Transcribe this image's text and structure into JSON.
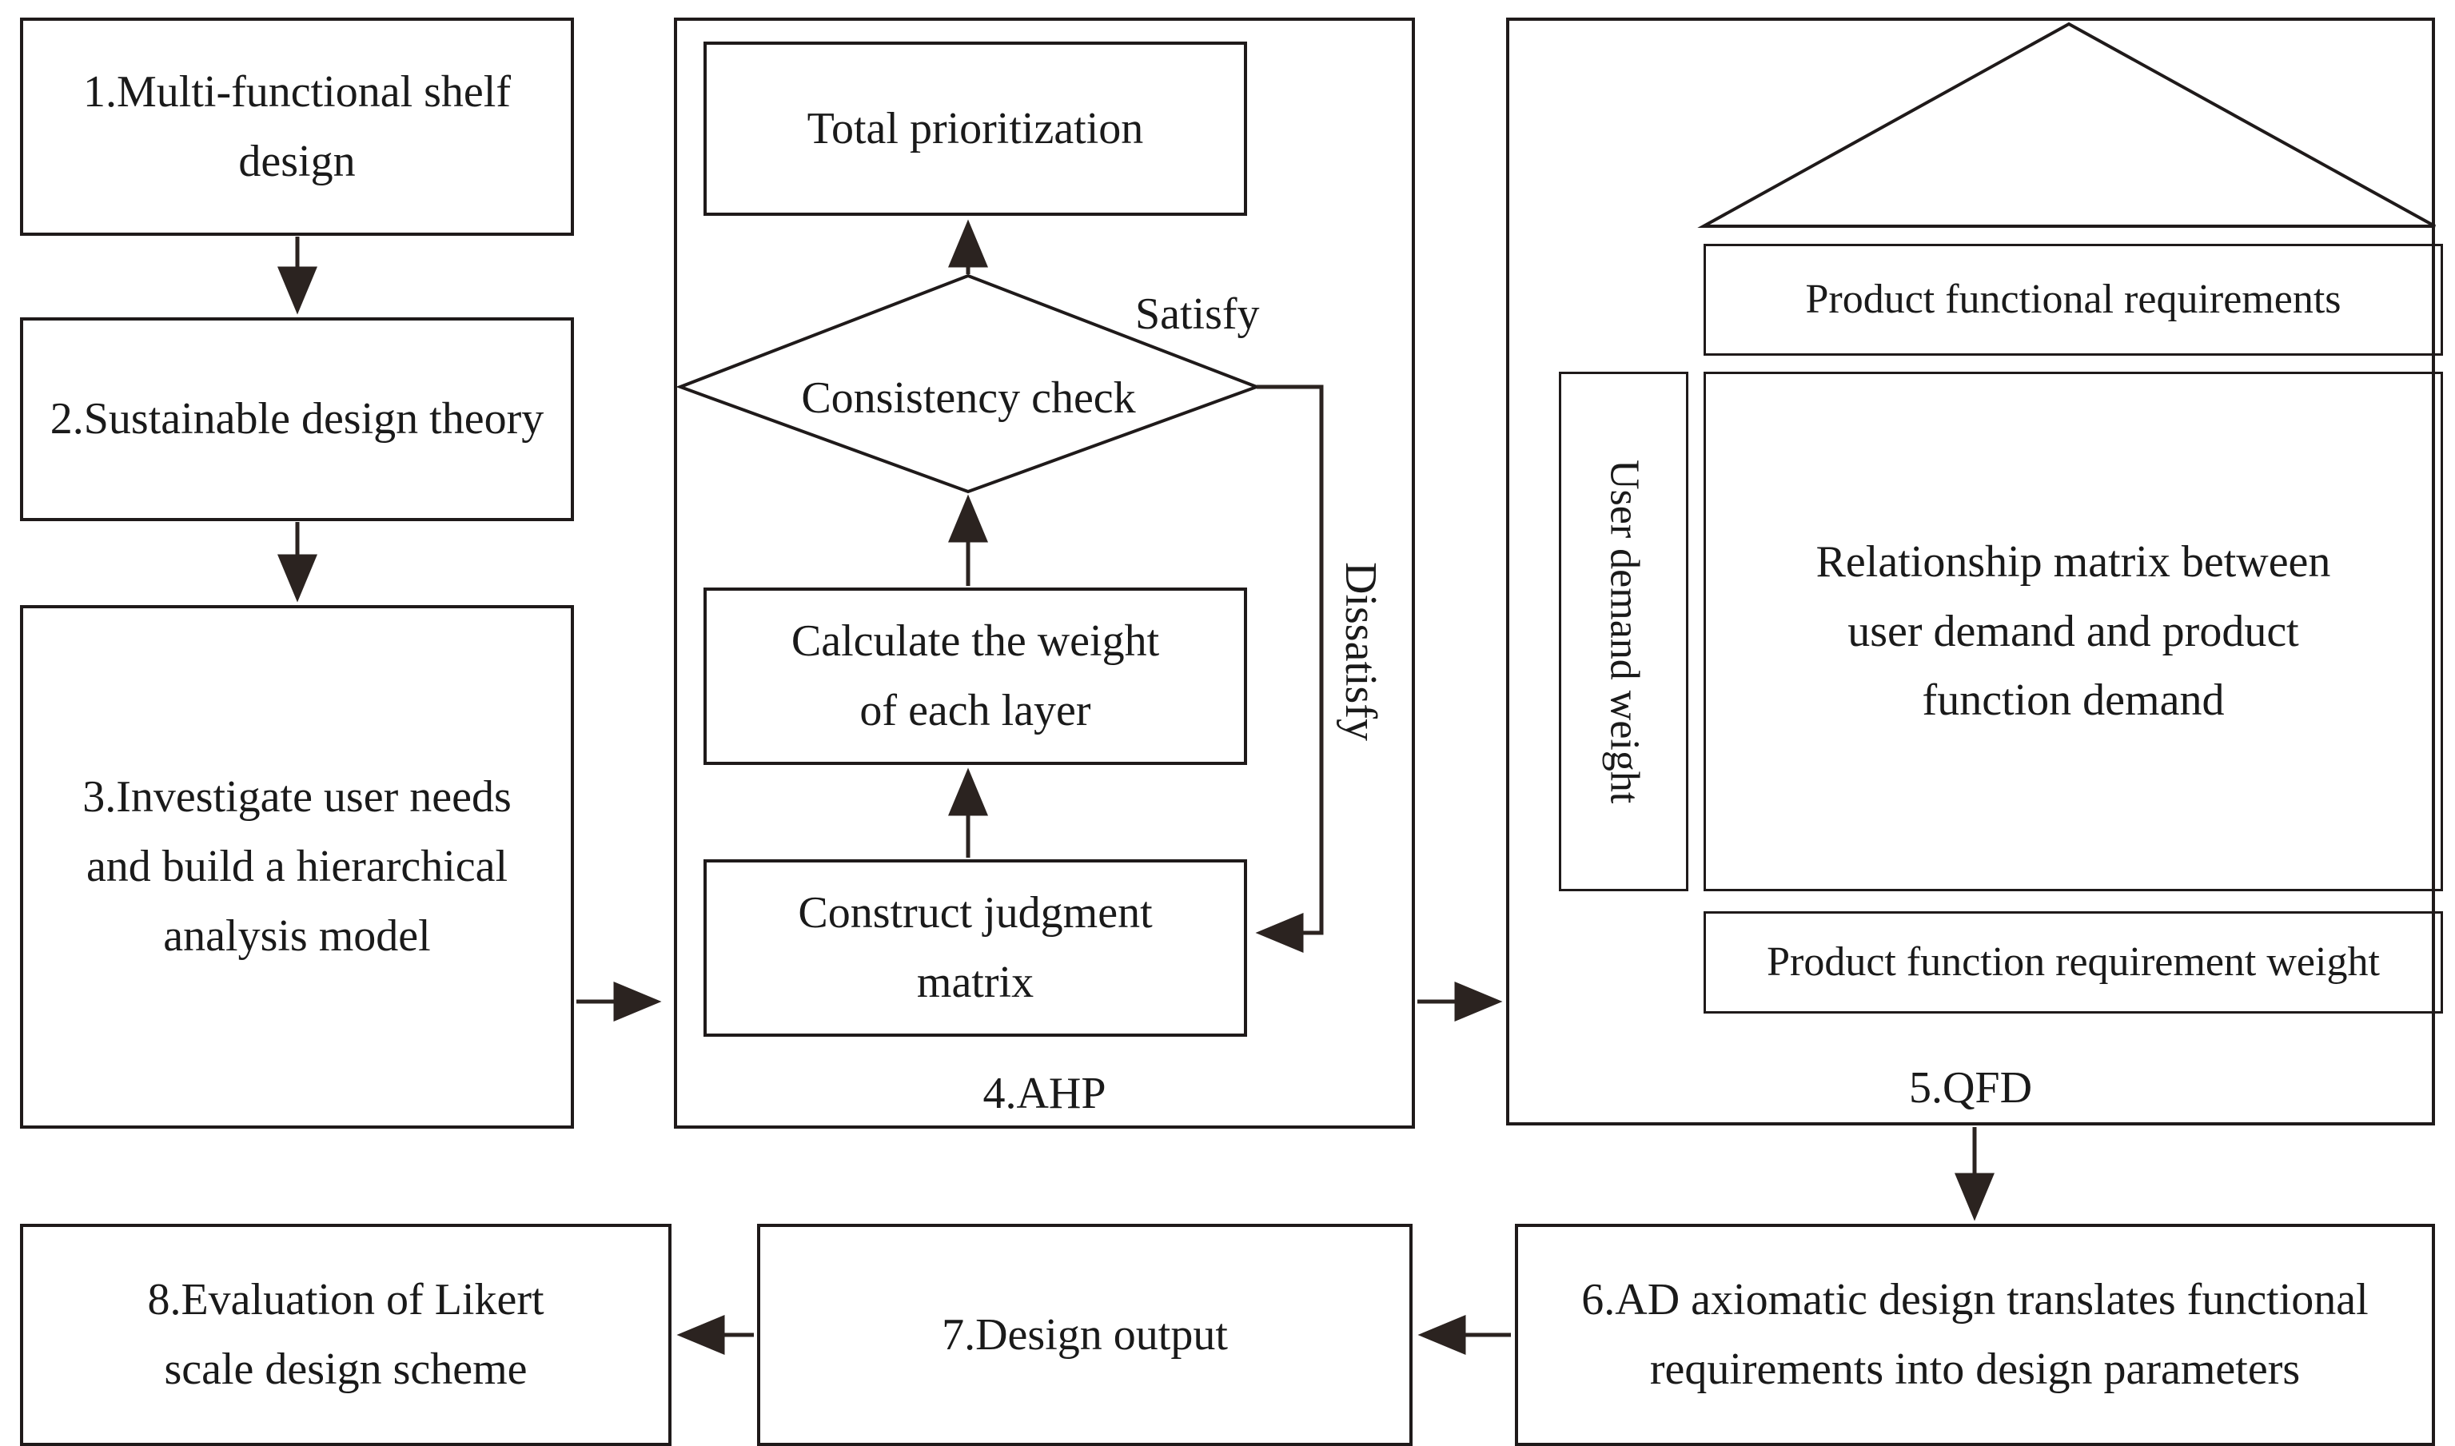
{
  "diagram": {
    "type": "flowchart",
    "title": "Multi-functional shelf design research framework",
    "colors": {
      "stroke": "#1f1a1a",
      "background": "#ffffff",
      "text": "#1a1a1a"
    },
    "left_column": {
      "step1": "1.Multi-functional shelf\ndesign",
      "step2": "2.Sustainable design theory",
      "step3": "3.Investigate user needs\nand build a hierarchical\nanalysis model"
    },
    "ahp": {
      "container_label": "4.AHP",
      "total_prioritization": "Total prioritization",
      "consistency_check": "Consistency check",
      "calculate_weight": "Calculate the weight\nof each layer",
      "construct_matrix": "Construct judgment\nmatrix",
      "branch_satisfy": "Satisfy",
      "branch_dissatisfy": "Dissatisfy"
    },
    "qfd": {
      "container_label": "5.QFD",
      "roof_icon": "triangle-roof-shape",
      "product_functional_requirements": "Product functional requirements",
      "user_demand_weight": "User demand weight",
      "relationship_matrix": "Relationship matrix between\nuser demand and product\nfunction demand",
      "product_function_requirement_weight": "Product function requirement weight"
    },
    "bottom_row": {
      "step6": "6.AD axiomatic design translates functional\nrequirements into design parameters",
      "step7": "7.Design output",
      "step8": "8.Evaluation of Likert\nscale design scheme"
    },
    "connectors": [
      {
        "name": "step1-to-step2",
        "direction": "down"
      },
      {
        "name": "step2-to-step3",
        "direction": "down"
      },
      {
        "name": "step3-to-ahp",
        "direction": "right"
      },
      {
        "name": "construct-to-calculate",
        "direction": "up"
      },
      {
        "name": "calculate-to-consistency",
        "direction": "up"
      },
      {
        "name": "consistency-to-total",
        "direction": "up"
      },
      {
        "name": "consistency-dissatisfy-loop",
        "direction": "feedback-left"
      },
      {
        "name": "ahp-to-qfd",
        "direction": "right"
      },
      {
        "name": "qfd-to-step6",
        "direction": "down"
      },
      {
        "name": "step6-to-step7",
        "direction": "left"
      },
      {
        "name": "step7-to-step8",
        "direction": "left"
      }
    ]
  }
}
